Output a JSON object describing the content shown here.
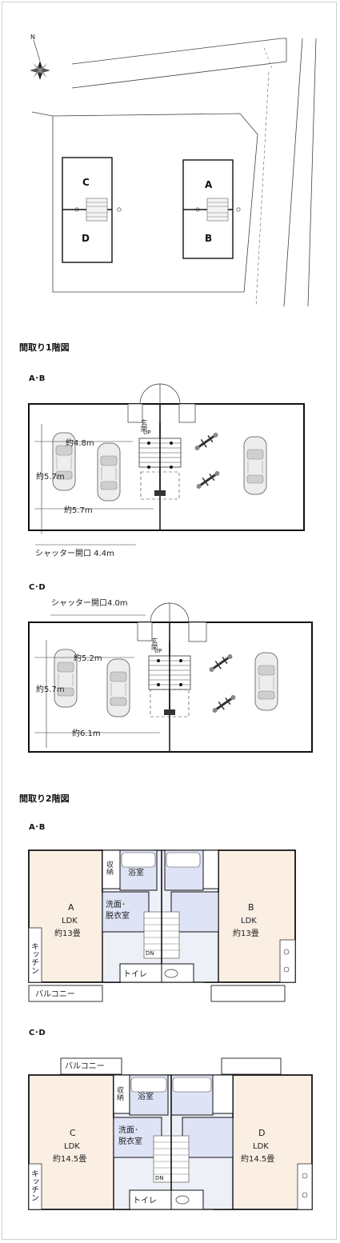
{
  "site_plan": {
    "north": "N",
    "units": [
      "C",
      "A",
      "D",
      "B"
    ]
  },
  "floor1": {
    "title": "間取り1階図",
    "ab": {
      "label": "A･B",
      "dim_48": "約4.8m",
      "dim_57v": "約5.7m",
      "dim_57h": "約5.7m",
      "shutter": "シャッター開口 4.4m",
      "entrance": "玄関",
      "up": "UP"
    },
    "cd": {
      "label": "C･D",
      "shutter": "シャッター開口4.0m",
      "dim_52": "約5.2m",
      "dim_57v": "約5.7m",
      "dim_61": "約6.1m",
      "entrance": "玄関",
      "up": "UP"
    }
  },
  "floor2": {
    "title": "間取り2階図",
    "ab": {
      "label": "A･B",
      "unit_a": "A",
      "unit_b": "B",
      "ldk": "LDK",
      "size": "約13畳",
      "storage": "収納",
      "bath": "浴室",
      "washroom_1": "洗面･",
      "washroom_2": "脱衣室",
      "dn": "DN",
      "toilet": "トイレ",
      "kitchen": "キッチン",
      "balcony": "バルコニー"
    },
    "cd": {
      "label": "C･D",
      "unit_c": "C",
      "unit_d": "D",
      "ldk": "LDK",
      "size": "約14.5畳",
      "storage": "収納",
      "bath": "浴室",
      "washroom_1": "洗面･",
      "washroom_2": "脱衣室",
      "dn": "DN",
      "toilet": "トイレ",
      "kitchen": "キッチン",
      "balcony": "バルコニー"
    }
  },
  "colors": {
    "ldk_fill": "#fbeee3",
    "wet_fill": "#dfe3f6",
    "wall": "#111111"
  }
}
